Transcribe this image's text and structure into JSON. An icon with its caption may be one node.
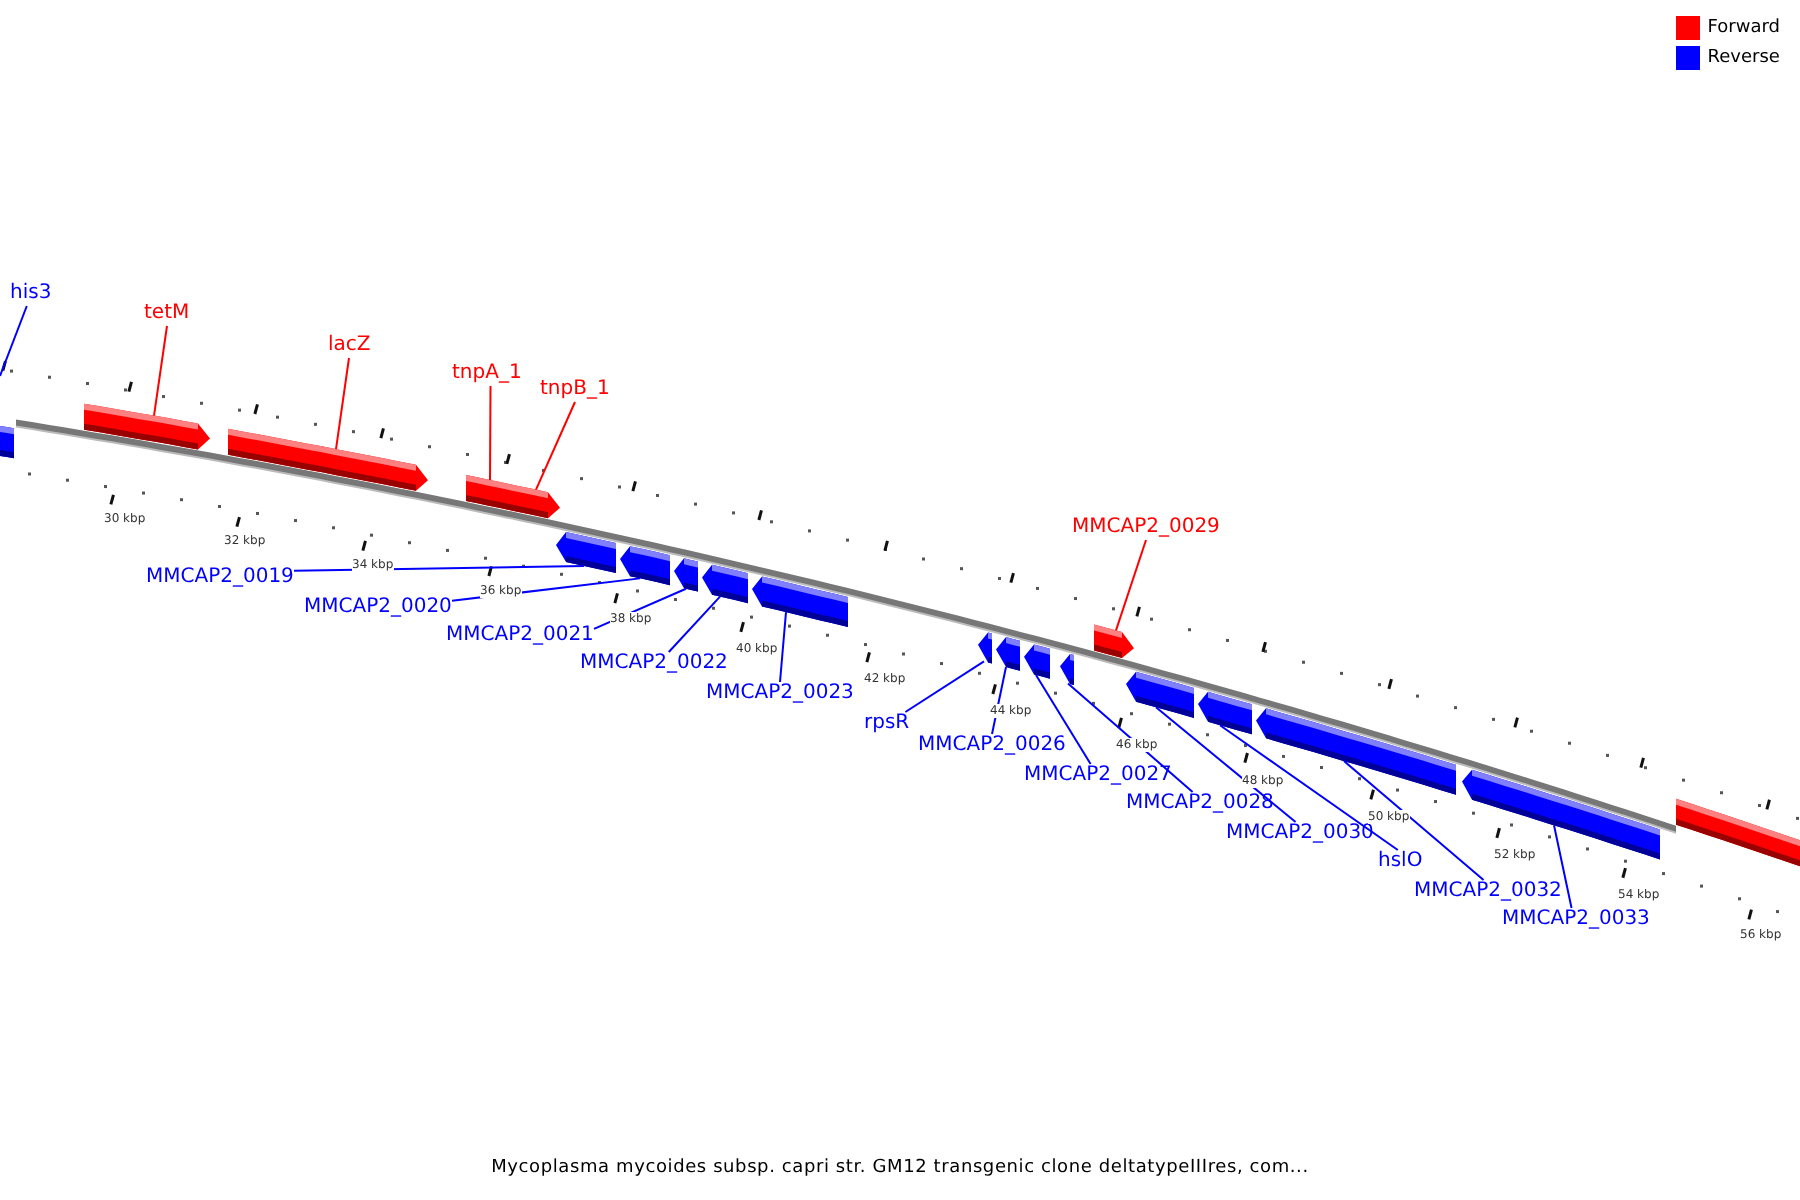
{
  "diagram": {
    "caption": "Mycoplasma mycoides subsp. capri str. GM12 transgenic clone deltatypeIIIres, com...",
    "nodes": [
      {
        "text": [
          "his3"
        ]
      },
      {
        "text": [],
        "shape": "bar"
      },
      {
        "text": [
          "tetM"
        ]
      },
      {
        "text": [],
        "shape": "bar"
      },
      {
        "text": [
          "lacZ"
        ]
      },
      {
        "text": [],
        "shape": "bar"
      },
      {
        "text": [
          "tnpA_1"
        ]
      },
      {
        "text": [],
        "shape": "bar"
      },
      {
        "text": [
          "tnpB_1"
        ]
      },
      {
        "text": [],
        "shape": "bar"
      },
      {
        "text": [
          "MMCAP2_0019"
        ]
      },
      {
        "text": [],
        "shape": "bar"
      },
      {
        "text": [
          "MMCAP2_0020"
        ]
      },
      {
        "text": [],
        "shape": "bar"
      },
      {
        "text": [
          "MMCAP2_0021"
        ]
      },
      {
        "text": [],
        "shape": "bar"
      },
      {
        "text": [
          "MMCAP2_0022"
        ]
      },
      {
        "text": [],
        "shape": "bar"
      },
      {
        "text": [
          "MMCAP2_0023"
        ]
      },
      {
        "text": [],
        "shape": "bar"
      },
      {
        "text": [
          "rpsR"
        ]
      },
      {
        "text": [],
        "shape": "bar"
      },
      {
        "text": [
          "MMCAP2_0026"
        ]
      },
      {
        "text": [],
        "shape": "bar"
      },
      {
        "text": [
          "MMCAP2_0027"
        ]
      },
      {
        "text": [],
        "shape": "bar"
      },
      {
        "text": [
          "MMCAP2_0028"
        ]
      },
      {
        "text": [],
        "shape": "bar"
      },
      {
        "text": [
          "MMCAP2_0029"
        ]
      },
      {
        "text": [],
        "shape": "bar"
      },
      {
        "text": [
          "MMCAP2_0030"
        ]
      },
      {
        "text": [],
        "shape": "bar"
      },
      {
        "text": [
          "hslO"
        ]
      },
      {
        "text": [],
        "shape": "bar"
      },
      {
        "text": [
          "MMCAP2_0032"
        ]
      },
      {
        "text": [],
        "shape": "bar"
      },
      {
        "text": [
          "MMCAP2_0033"
        ]
      },
      {
        "text": [],
        "shape": "bar"
      },
      {
        "text": [],
        "shape": "bar"
      }
    ],
    "edges": [
      {
        "from": 0,
        "to": null,
        "arrow": "none"
      },
      {
        "from": 2,
        "to": 3,
        "arrow": "none",
        "color": "#ff0000"
      },
      {
        "from": 4,
        "to": 5,
        "arrow": "none",
        "color": "#ff0000"
      },
      {
        "from": 6,
        "to": 7,
        "arrow": "none",
        "color": "#ff0000"
      },
      {
        "from": 8,
        "to": 9,
        "arrow": "none",
        "color": "#ff0000"
      },
      {
        "from": 10,
        "to": 11,
        "arrow": "none"
      },
      {
        "from": 12,
        "to": 13,
        "arrow": "none"
      },
      {
        "from": 14,
        "to": 15,
        "arrow": "none"
      },
      {
        "from": 16,
        "to": 17,
        "arrow": "none"
      },
      {
        "from": 18,
        "to": 19,
        "arrow": "none"
      },
      {
        "from": 20,
        "to": 21,
        "arrow": "none"
      },
      {
        "from": 22,
        "to": 23,
        "arrow": "none"
      },
      {
        "from": 24,
        "to": 25,
        "arrow": "none"
      },
      {
        "from": 26,
        "to": 27,
        "arrow": "none"
      },
      {
        "from": 28,
        "to": 29,
        "arrow": "none",
        "color": "#ff0000"
      },
      {
        "from": 30,
        "to": 31,
        "arrow": "none"
      },
      {
        "from": 32,
        "to": 33,
        "arrow": "none"
      },
      {
        "from": 34,
        "to": 35,
        "arrow": "none"
      },
      {
        "from": 36,
        "to": 37,
        "arrow": "none"
      }
    ],
    "labels": [
      "30 kbp",
      "32 kbp",
      "34 kbp",
      "36 kbp",
      "38 kbp",
      "40 kbp",
      "42 kbp",
      "44 kbp",
      "46 kbp",
      "48 kbp",
      "50 kbp",
      "52 kbp",
      "54 kbp",
      "56 kbp"
    ],
    "legend": [
      {
        "text": "Forward",
        "color": "#ff0000"
      },
      {
        "text": "Reverse",
        "color": "#0000ff"
      }
    ]
  }
}
